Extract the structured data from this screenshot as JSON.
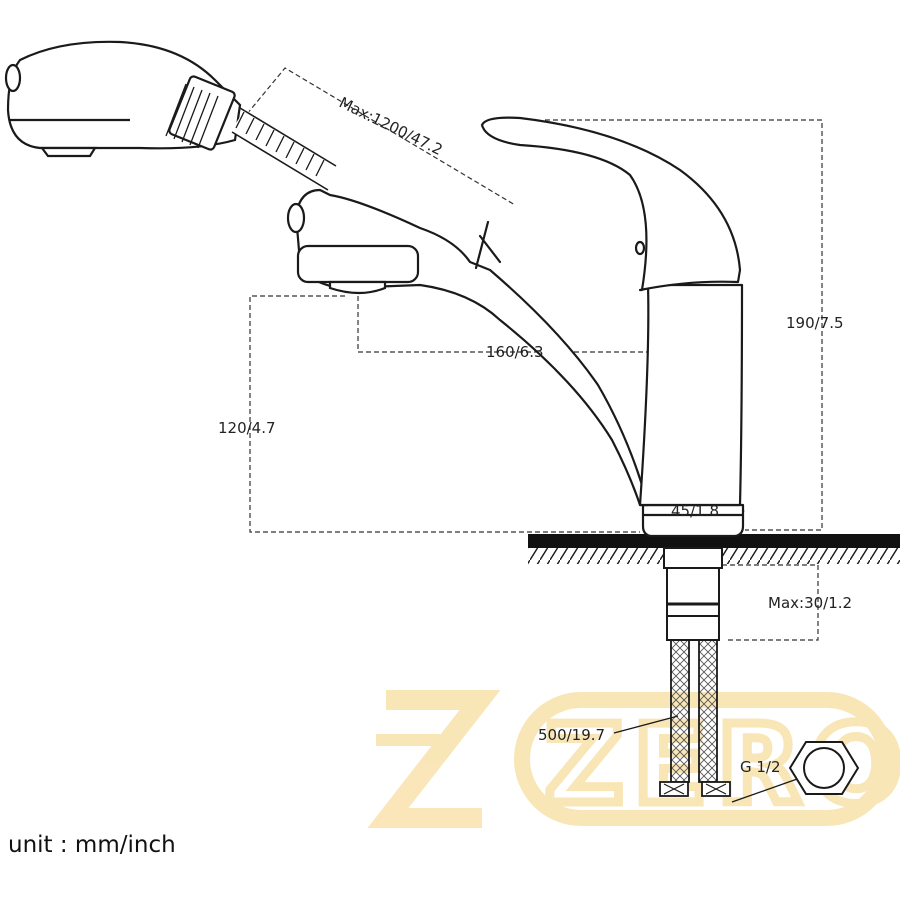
{
  "dimensions": {
    "hose_length": "Max:1200/47.2",
    "height_total": "190/7.5",
    "spout_reach": "160/6.3",
    "spout_height": "120/4.7",
    "base_diameter": "45/1.8",
    "deck_thickness": "Max:30/1.2",
    "supply_hose": "500/19.7",
    "connector": "G 1/2"
  },
  "unit": "unit : mm/inch",
  "watermark": {
    "text": "ZERO",
    "color": "#f5d27e"
  },
  "colors": {
    "line": "#1a1a1a",
    "dash": "#333333"
  }
}
